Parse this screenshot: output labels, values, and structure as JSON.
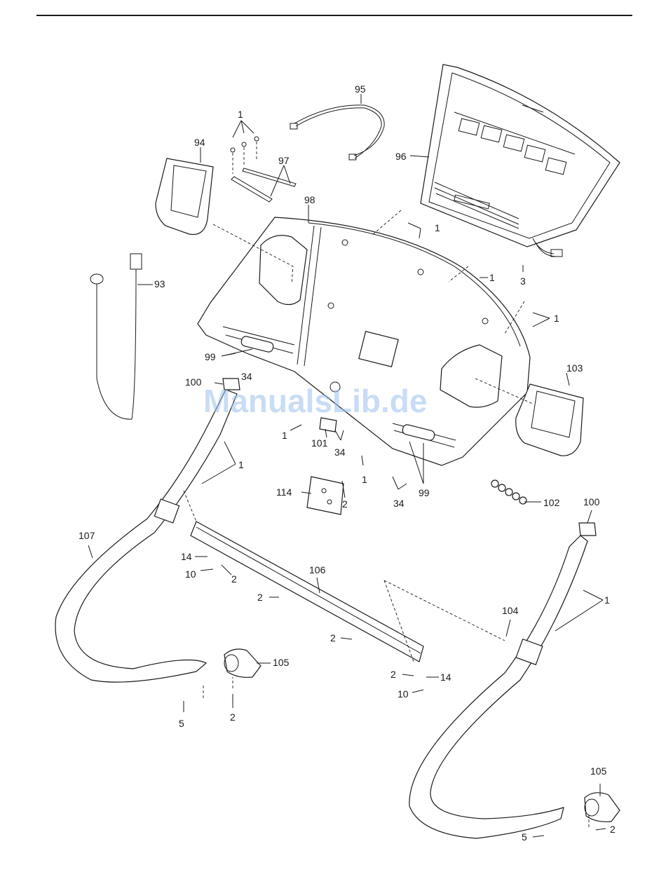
{
  "watermark": "ManualsLib.de",
  "callouts": {
    "c1a": "1",
    "c95": "95",
    "c94": "94",
    "c97": "97",
    "c96": "96",
    "c98": "98",
    "c1b": "1",
    "c93": "93",
    "c1c": "1",
    "c3": "3",
    "c1d": "1",
    "c99a": "99",
    "c34a": "34",
    "c103": "103",
    "c100a": "100",
    "c1e": "1",
    "c101": "101",
    "c34b": "34",
    "c1f": "1",
    "c1g": "1",
    "c114": "114",
    "c2a": "2",
    "c34c": "34",
    "c99b": "99",
    "c102": "102",
    "c100b": "100",
    "c107": "107",
    "c14a": "14",
    "c10a": "10",
    "c2b": "2",
    "c106": "106",
    "c1h": "1",
    "c2c": "2",
    "c104": "104",
    "c2d": "2",
    "c105a": "105",
    "c2e": "2",
    "c14b": "14",
    "c10b": "10",
    "c5a": "5",
    "c2f": "2",
    "c105b": "105",
    "c5b": "5",
    "c2g": "2"
  }
}
